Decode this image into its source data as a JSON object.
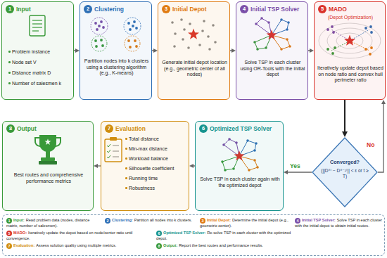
{
  "diagram": {
    "nodes": [
      {
        "text": [
          "1",
          "Input",
          "Problem instance",
          "Node set V",
          "Distance matrix D",
          "Number of salesmen k"
        ]
      },
      {
        "text": [
          "2",
          "Clustering",
          "Partition nodes into k clusters using a clustering algorithm (e.g., K-means)"
        ]
      },
      {
        "text": [
          "3",
          "Initial Depot",
          "Generate initial depot location (e.g., geometric center of all nodes)"
        ]
      },
      {
        "text": [
          "4",
          "Initial TSP Solver",
          "Solve TSP in each cluster using OR-Tools with the initial depot"
        ]
      },
      {
        "text": [
          "5",
          "MADO",
          "(Depot Optimization)",
          "Iteratively update depot based on node ratio and convex hull perimeter ratio"
        ]
      },
      {
        "text": [
          "8",
          "Output",
          "Best routes and comprehensive performance metrics"
        ]
      },
      {
        "text": [
          "7",
          "Evaluation",
          "Total distance",
          "Min-max distance",
          "Workload balance",
          "Silhouette coefficient",
          "Running time",
          "Robustness"
        ]
      },
      {
        "text": [
          "6",
          "Optimized TSP Solver",
          "Solve TSP in each cluster again with the optimized depot"
        ]
      },
      {
        "text": [
          "Converged?",
          "(||D⁽ᵗ⁾ − D⁽ᵗ⁻¹⁾|| < ε or t ≥ T)"
        ]
      },
      {
        "text": [
          "1",
          "Input:",
          "Read problem data (nodes, distance matrix, number of salesmen).",
          "2",
          "Clustering:",
          "Partition all nodes into k clusters.",
          "3",
          "Initial Depot:",
          "Determine the initial depot (e.g., geometric center).",
          "4",
          "Initial TSP Solver:",
          "Solve TSP in each cluster with the initial depot to obtain initial routes.",
          "5",
          "MADO:",
          "Iteratively update the depot based on node/center ratio until convergence.",
          "6",
          "Optimized TSP Solver:",
          "Re-solve TSP in each cluster with the optimized depot.",
          "7",
          "Evaluation:",
          "Assess solution quality using multiple metrics.",
          "8",
          "Output:",
          "Report the best routes and performance results."
        ]
      }
    ],
    "edges": [
      {
        "from": 0,
        "to": 1,
        "arrow": "to"
      },
      {
        "from": 1,
        "to": 2,
        "arrow": "to"
      },
      {
        "from": 2,
        "to": 3,
        "arrow": "to"
      },
      {
        "from": 3,
        "to": 4,
        "arrow": "to"
      },
      {
        "from": 4,
        "to": 8,
        "arrow": "to"
      },
      {
        "from": 8,
        "to": 4,
        "label": "No",
        "arrow": "to"
      },
      {
        "from": 8,
        "to": 7,
        "label": "Yes",
        "arrow": "to"
      },
      {
        "from": 7,
        "to": 6,
        "arrow": "to"
      },
      {
        "from": 6,
        "to": 5,
        "arrow": "to"
      }
    ]
  }
}
